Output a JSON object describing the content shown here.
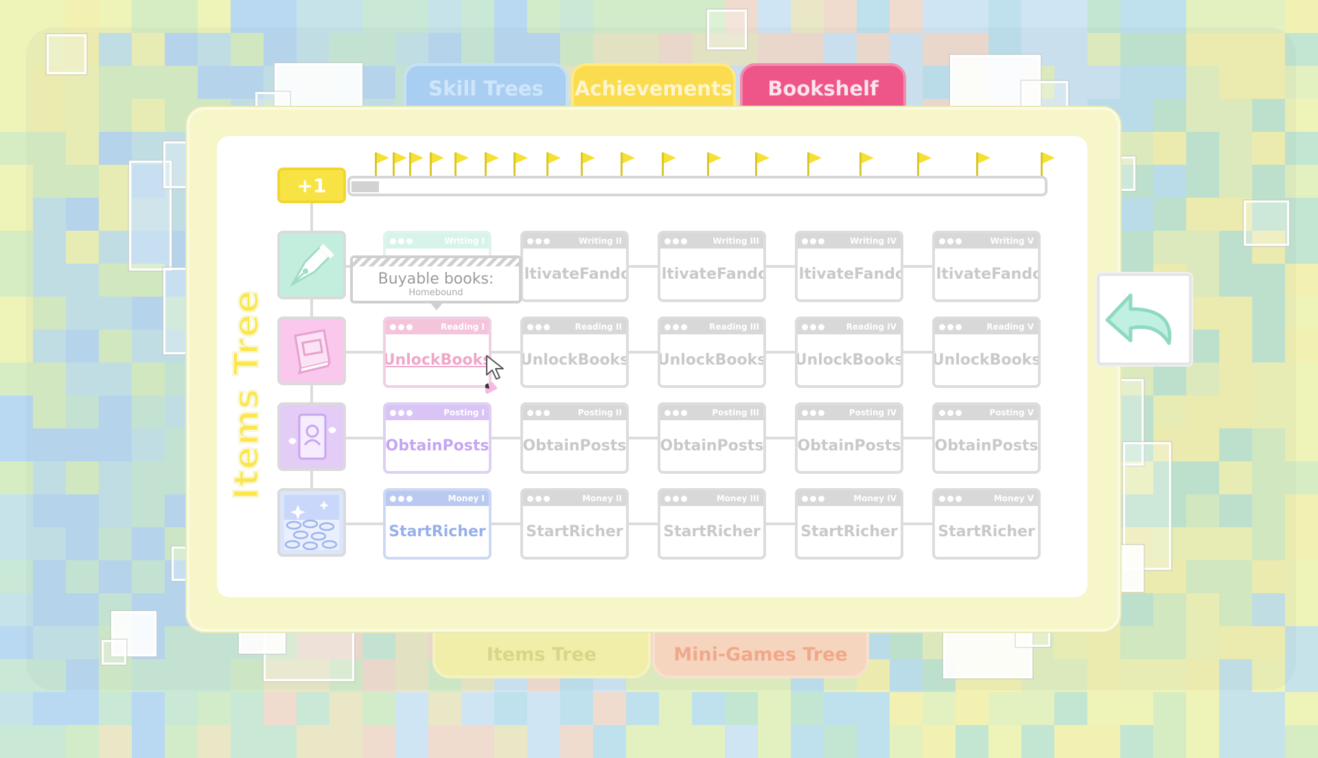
{
  "tabs": {
    "skill_trees": "Skill Trees",
    "achievements": "Achievements",
    "bookshelf": "Bookshelf"
  },
  "bottom_tabs": {
    "items_tree": "Items Tree",
    "mini_games_tree": "Mini-Games Tree"
  },
  "panel_title": "Items Tree",
  "level": {
    "badge": "+1",
    "progress_fraction": 0.04
  },
  "milestone_flags": 18,
  "tooltip": {
    "title": "Buyable books:",
    "subtitle": "Homebound"
  },
  "rows": [
    {
      "category": "writing",
      "icon": "fountain-pen-icon",
      "color": "#b9ead8",
      "nodes": [
        {
          "tier": "Writing I",
          "label": [
            "",
            ""
          ]
        },
        {
          "tier": "Writing II",
          "label": [
            "Cultivate",
            "Fandom"
          ]
        },
        {
          "tier": "Writing III",
          "label": [
            "Cultivate",
            "Fandom"
          ]
        },
        {
          "tier": "Writing IV",
          "label": [
            "Cultivate",
            "Fandom"
          ]
        },
        {
          "tier": "Writing V",
          "label": [
            "Cultivate",
            "Fandom"
          ]
        }
      ]
    },
    {
      "category": "reading",
      "icon": "book-icon",
      "color": "#f4c4dc",
      "nodes": [
        {
          "tier": "Reading I",
          "label": [
            "Unlock",
            "Books"
          ]
        },
        {
          "tier": "Reading II",
          "label": [
            "Unlock",
            "Books"
          ]
        },
        {
          "tier": "Reading III",
          "label": [
            "Unlock",
            "Books"
          ]
        },
        {
          "tier": "Reading IV",
          "label": [
            "Unlock",
            "Books"
          ]
        },
        {
          "tier": "Reading V",
          "label": [
            "Unlock",
            "Books"
          ]
        }
      ]
    },
    {
      "category": "posting",
      "icon": "id-card-icon",
      "color": "#d9c4f5",
      "nodes": [
        {
          "tier": "Posting I",
          "label": [
            "Obtain",
            "Posts"
          ]
        },
        {
          "tier": "Posting II",
          "label": [
            "Obtain",
            "Posts"
          ]
        },
        {
          "tier": "Posting III",
          "label": [
            "Obtain",
            "Posts"
          ]
        },
        {
          "tier": "Posting IV",
          "label": [
            "Obtain",
            "Posts"
          ]
        },
        {
          "tier": "Posting V",
          "label": [
            "Obtain",
            "Posts"
          ]
        }
      ]
    },
    {
      "category": "money",
      "icon": "coins-icon",
      "color": "#b9c9f1",
      "nodes": [
        {
          "tier": "Money I",
          "label": [
            "Start",
            "Richer"
          ]
        },
        {
          "tier": "Money II",
          "label": [
            "Start",
            "Richer"
          ]
        },
        {
          "tier": "Money III",
          "label": [
            "Start",
            "Richer"
          ]
        },
        {
          "tier": "Money IV",
          "label": [
            "Start",
            "Richer"
          ]
        },
        {
          "tier": "Money V",
          "label": [
            "Start",
            "Richer"
          ]
        }
      ]
    }
  ],
  "back_button": {
    "icon": "back-arrow-icon"
  }
}
